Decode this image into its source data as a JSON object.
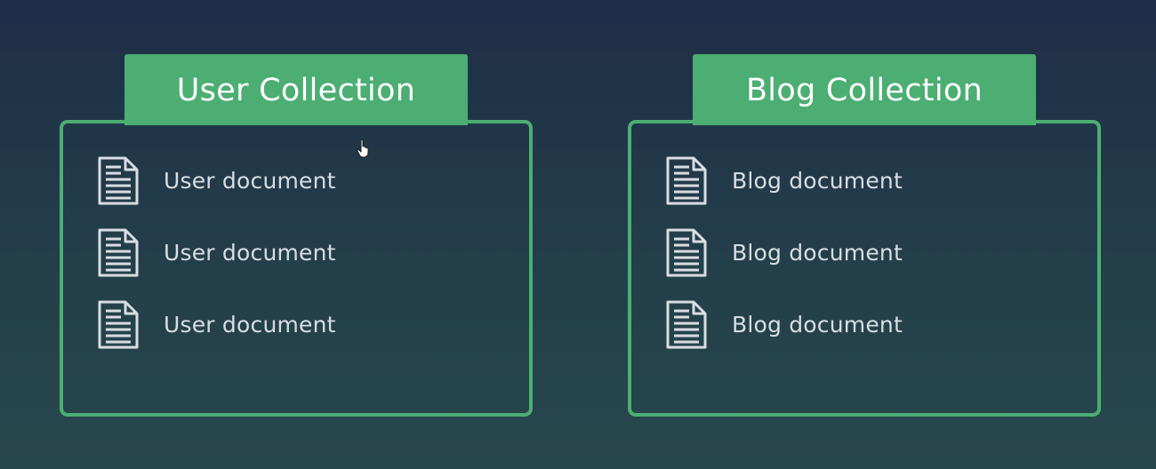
{
  "colors": {
    "accent": "#4cae72",
    "text": "#d9dde3",
    "tab_text": "#ffffff",
    "background_top": "#1f2d48",
    "background_bottom": "#28474c"
  },
  "collections": [
    {
      "title": "User Collection",
      "documents": [
        {
          "label": "User document",
          "icon": "document-icon"
        },
        {
          "label": "User document",
          "icon": "document-icon"
        },
        {
          "label": "User document",
          "icon": "document-icon"
        }
      ]
    },
    {
      "title": "Blog Collection",
      "documents": [
        {
          "label": "Blog document",
          "icon": "document-icon"
        },
        {
          "label": "Blog document",
          "icon": "document-icon"
        },
        {
          "label": "Blog document",
          "icon": "document-icon"
        }
      ]
    }
  ],
  "cursor": {
    "icon": "hand-pointer-icon"
  }
}
